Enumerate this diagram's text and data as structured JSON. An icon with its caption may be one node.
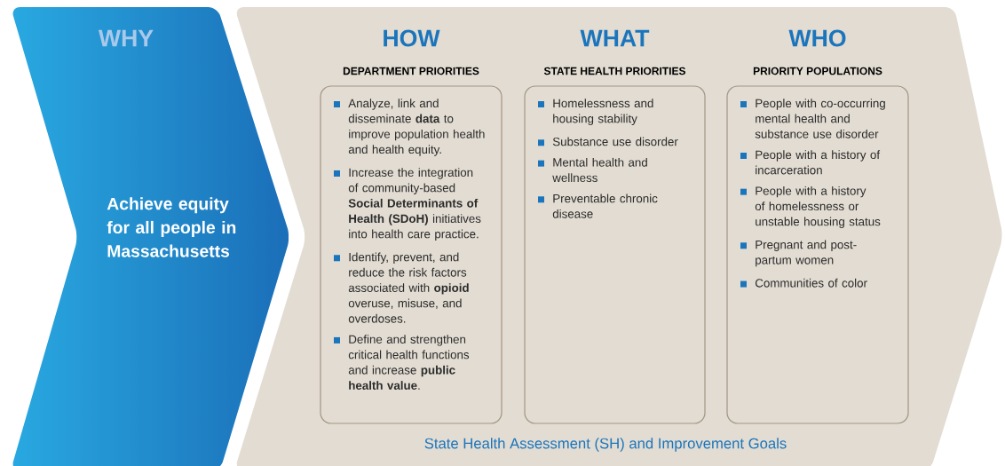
{
  "diagram": {
    "nodes": [
      {
        "text": [
          "WHY",
          "Achieve equity for all people in Massachusetts"
        ]
      },
      {
        "text": [
          "State Health Assessment (SH) and Improvement Goals"
        ]
      },
      {
        "text": [
          "HOW",
          "DEPARTMENT PRIORITIES",
          "Analyze, link and disseminate **data** to improve population health and health equity.",
          "Increase the integration of community-based **Social Determinants of Health (SDoH)** initiatives into health care practice.",
          "Identify, prevent, and reduce the risk factors associated with **opioid** overuse, misuse, and overdoses.",
          "Define and strengthen critical health functions and increase **public health value**."
        ],
        "in": 1
      },
      {
        "text": [
          "WHAT",
          "STATE HEALTH PRIORITIES",
          "Homelessness and housing stability",
          "Substance use disorder",
          "Mental health and wellness",
          "Preventable chronic disease"
        ],
        "in": 1
      },
      {
        "text": [
          "WHO",
          "PRIORITY POPULATIONS",
          "People with co-occurring mental health and substance use disorder",
          "People with a history of incarceration",
          "People with a history of homelessness or unstable housing status",
          "Pregnant and post-partum women",
          "Communities of color"
        ],
        "in": 1
      }
    ]
  }
}
